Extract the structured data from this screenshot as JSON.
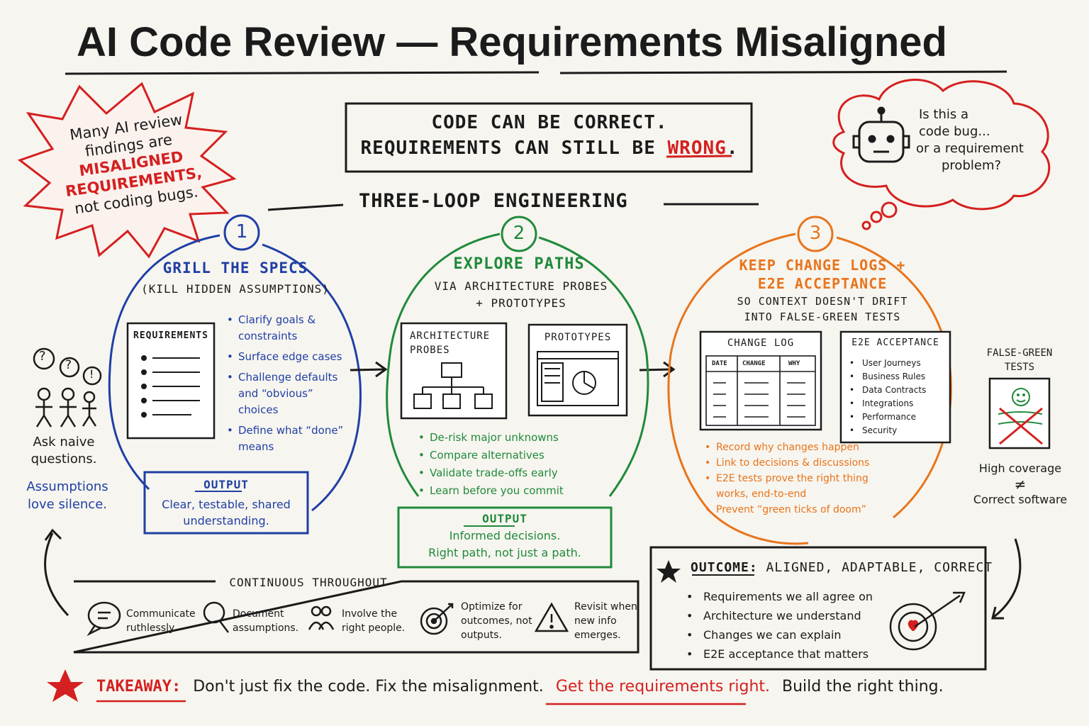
{
  "title": "AI Code Review — Requirements Misaligned",
  "headline": {
    "line1": "CODE CAN BE CORRECT.",
    "line2_pre": "REQUIREMENTS CAN STILL BE ",
    "line2_red": "WRONG",
    "line2_post": "."
  },
  "burst": {
    "l1": "Many AI review",
    "l2": "findings are",
    "l3": "MISALIGNED",
    "l4": "REQUIREMENTS,",
    "l5": "not coding bugs."
  },
  "thought": {
    "l1": "Is this a",
    "l2": "code bug...",
    "l3": "or a requirement",
    "l4": "problem?"
  },
  "section_title": "THREE-LOOP ENGINEERING",
  "loop1": {
    "number": "1",
    "title": "GRILL THE SPECS",
    "subtitle": "(KILL HIDDEN ASSUMPTIONS)",
    "doc_label": "REQUIREMENTS",
    "bullets": [
      "Clarify goals & constraints",
      "Surface edge cases",
      "Challenge defaults and “obvious” choices",
      "Define what “done” means"
    ],
    "output_label": "OUTPUT",
    "output_text": "Clear, testable, shared understanding."
  },
  "loop2": {
    "number": "2",
    "title": "EXPLORE PATHS",
    "subtitle1": "VIA ARCHITECTURE PROBES",
    "subtitle2": "+ PROTOTYPES",
    "card1": "ARCHITECTURE PROBES",
    "card2": "PROTOTYPES",
    "bullets": [
      "De-risk major unknowns",
      "Compare alternatives",
      "Validate trade-offs early",
      "Learn before you commit"
    ],
    "output_label": "OUTPUT",
    "output_l1": "Informed decisions.",
    "output_l2": "Right path, not just a path."
  },
  "loop3": {
    "number": "3",
    "title1": "KEEP CHANGE LOGS +",
    "title2": "E2E ACCEPTANCE",
    "subtitle1": "SO CONTEXT DOESN'T DRIFT",
    "subtitle2": "INTO FALSE-GREEN TESTS",
    "changelog_title": "CHANGE LOG",
    "changelog_cols": [
      "DATE",
      "CHANGE",
      "WHY"
    ],
    "e2e_title": "E2E ACCEPTANCE",
    "e2e_items": [
      "User Journeys",
      "Business Rules",
      "Data Contracts",
      "Integrations",
      "Performance",
      "Security"
    ],
    "bullets": [
      "Record why changes happen",
      "Link to decisions & discussions",
      "E2E tests prove the right thing works, end-to-end",
      "Prevent “green ticks of doom”"
    ]
  },
  "left_side": {
    "ask1": "Ask naive",
    "ask2": "questions.",
    "assume1": "Assumptions",
    "assume2": "love silence."
  },
  "right_side": {
    "fg1": "FALSE-GREEN",
    "fg2": "TESTS",
    "hc1": "High coverage",
    "neq": "≠",
    "hc2": "Correct software"
  },
  "continuous": {
    "title": "CONTINUOUS THROUGHOUT",
    "items": [
      {
        "icon": "speech-bubble-icon",
        "l1": "Communicate",
        "l2": "ruthlessly.",
        "l3": ""
      },
      {
        "icon": "magnifier-icon",
        "l1": "Document",
        "l2": "assumptions.",
        "l3": ""
      },
      {
        "icon": "people-icon",
        "l1": "Involve the",
        "l2": "right people.",
        "l3": ""
      },
      {
        "icon": "target-icon",
        "l1": "Optimize for",
        "l2": "outcomes, not",
        "l3": "outputs."
      },
      {
        "icon": "warning-icon",
        "l1": "Revisit when",
        "l2": "new info",
        "l3": "emerges."
      }
    ]
  },
  "outcome": {
    "label": "OUTCOME:",
    "text": "ALIGNED, ADAPTABLE, CORRECT",
    "items": [
      "Requirements we all agree on",
      "Architecture we understand",
      "Changes we can explain",
      "E2E acceptance that matters"
    ]
  },
  "takeaway": {
    "label": "TAKEAWAY:",
    "t1": "Don't just fix the code. Fix the misalignment.",
    "t2": "Get the requirements right.",
    "t3": "Build the right thing."
  },
  "colors": {
    "blue": "#1f3fa6",
    "green": "#1f8a3c",
    "orange": "#e8741c",
    "red": "#d42020",
    "ink": "#1b1b1b",
    "paper": "#f7f5ef"
  }
}
